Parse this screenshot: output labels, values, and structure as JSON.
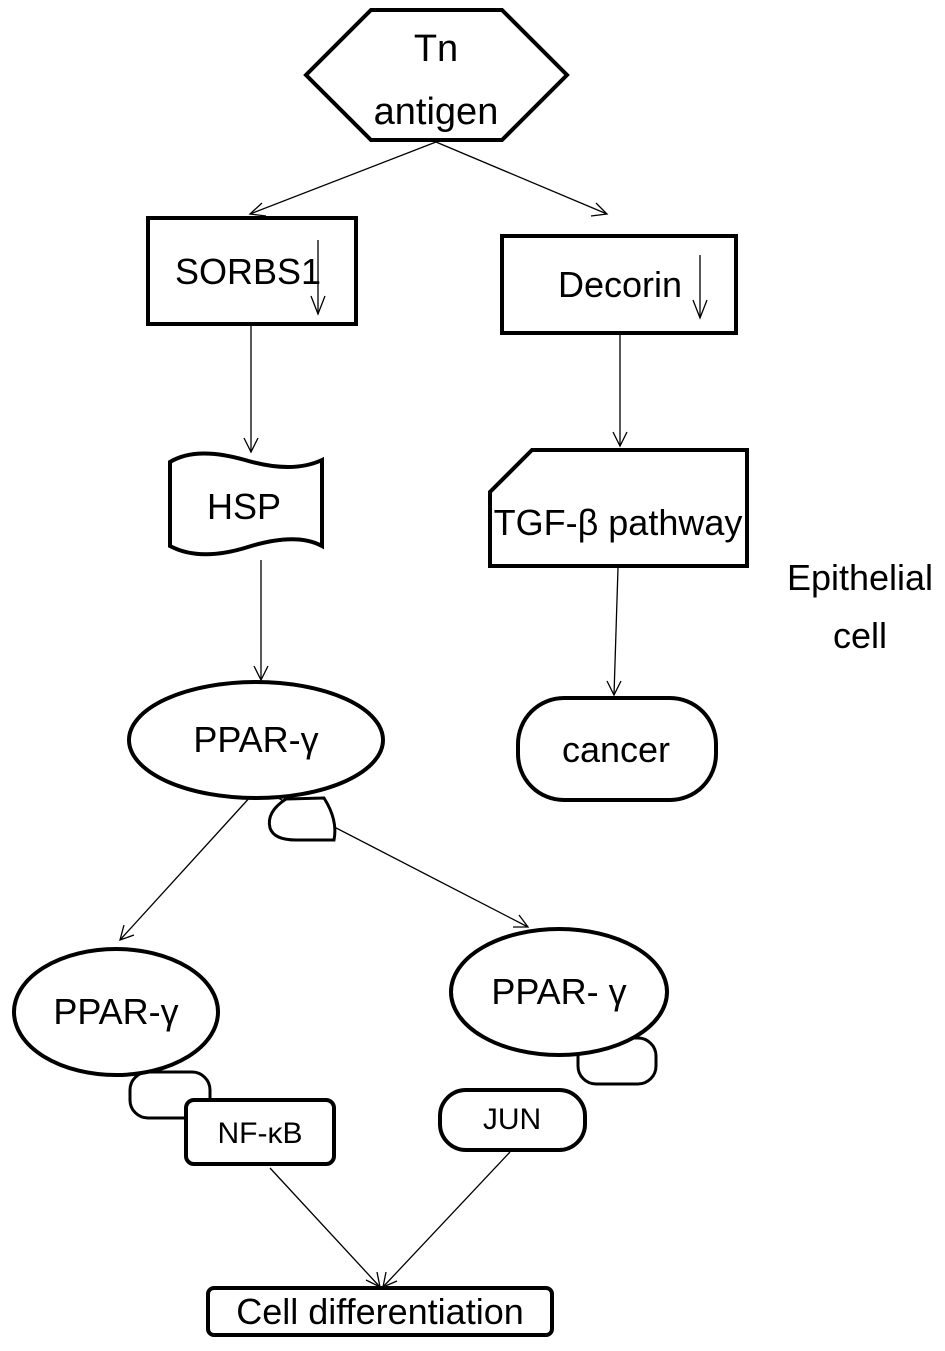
{
  "nodes": {
    "tn_line1": "Tn",
    "tn_line2": "antigen",
    "sorbs1": "SORBS1",
    "decorin": "Decorin",
    "hsp": "HSP",
    "tgf": "TGF-β pathway",
    "ppar_top": "PPAR-γ",
    "cancer": "cancer",
    "ppar_left": "PPAR-γ",
    "ppar_right": "PPAR- γ",
    "nfkb": "NF-κB",
    "jun": "JUN",
    "cell_diff": "Cell differentiation"
  },
  "side_label": {
    "line1": "Epithelial",
    "line2": "cell"
  }
}
